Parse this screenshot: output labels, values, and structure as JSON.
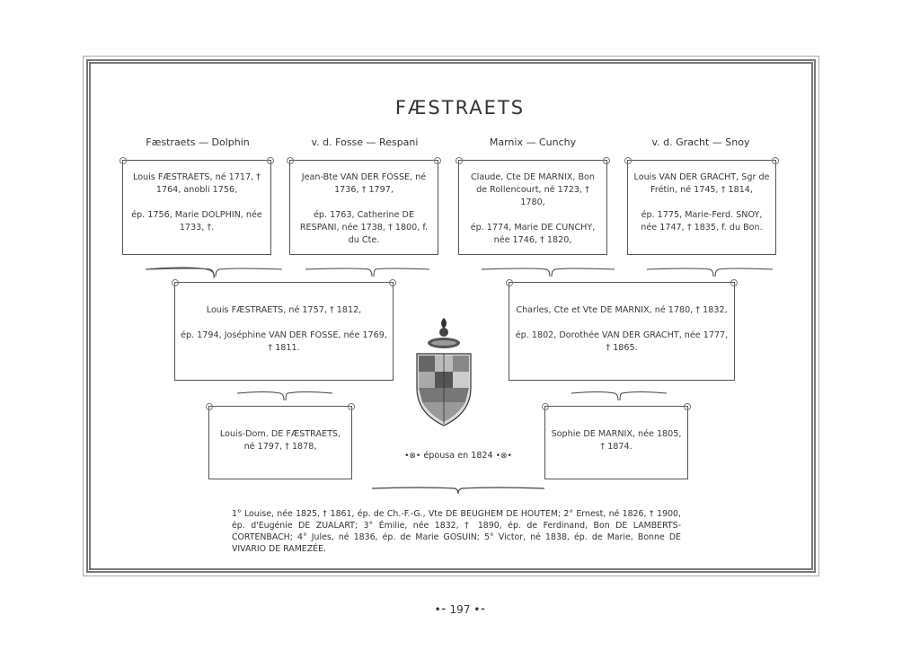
{
  "title": "FÆSTRAETS",
  "columns": [
    "Fæstraets — Dolphin",
    "v. d. Fosse — Respani",
    "Marnix — Cunchy",
    "v. d. Gracht — Snoy"
  ],
  "gen1": [
    {
      "line1": "Louis FÆSTRAETS, né 1717, † 1764, anobli 1756,",
      "line2": "ép. 1756, Marie DOLPHIN, née 1733, †."
    },
    {
      "line1": "Jean-Bte VAN DER FOSSE, né 1736, † 1797,",
      "line2": "ép. 1763, Catherine DE RESPANI, née 1738, † 1800, f. du Cte."
    },
    {
      "line1": "Claude, Cte DE MARNIX, Bon de Rollencourt, né 1723, † 1780,",
      "line2": "ép. 1774, Marie DE CUNCHY, née 1746, † 1820,"
    },
    {
      "line1": "Louis VAN DER GRACHT, Sgr de Frétin, né 1745, † 1814,",
      "line2": "ép. 1775, Marie-Ferd. SNOY, née 1747, † 1835, f. du Bon."
    }
  ],
  "gen2": [
    {
      "line1": "Louis FÆSTRAETS, né 1757, † 1812,",
      "line2": "ép. 1794, Joséphine VAN DER FOSSE, née 1769, † 1811."
    },
    {
      "line1": "Charles, Cte et Vte DE MARNIX, né 1780, † 1832,",
      "line2": "ép. 1802, Dorothée VAN DER GRACHT, née 1777, † 1865."
    }
  ],
  "gen3": [
    {
      "line1": "Louis-Dom. DE FÆSTRAETS, né 1797, † 1878,"
    },
    {
      "line1": "Sophie DE MARNIX, née 1805, † 1874."
    }
  ],
  "married_label": "épousa en 1824",
  "married_ornament": "•⊗•",
  "children": "1° Louise, née 1825, † 1861, ép. de Ch.-F.-G., Vte DE BEUGHEM DE HOUTEM; 2° Ernest, né 1826, † 1900, ép. d'Eugénie DE ZUALART; 3° Émilie, née 1832, † 1890, ép. de Ferdinand, Bon DE LAMBERTS-CORTENBACH; 4° Jules, né 1836, ép. de Marie GOSUIN; 5° Victor, né 1838, ép. de Marie, Bonne DE VIVARIO DE RAMEZÉE.",
  "page_number": "197",
  "page_ornament": "•⁃",
  "crest": "coat-of-arms-icon"
}
